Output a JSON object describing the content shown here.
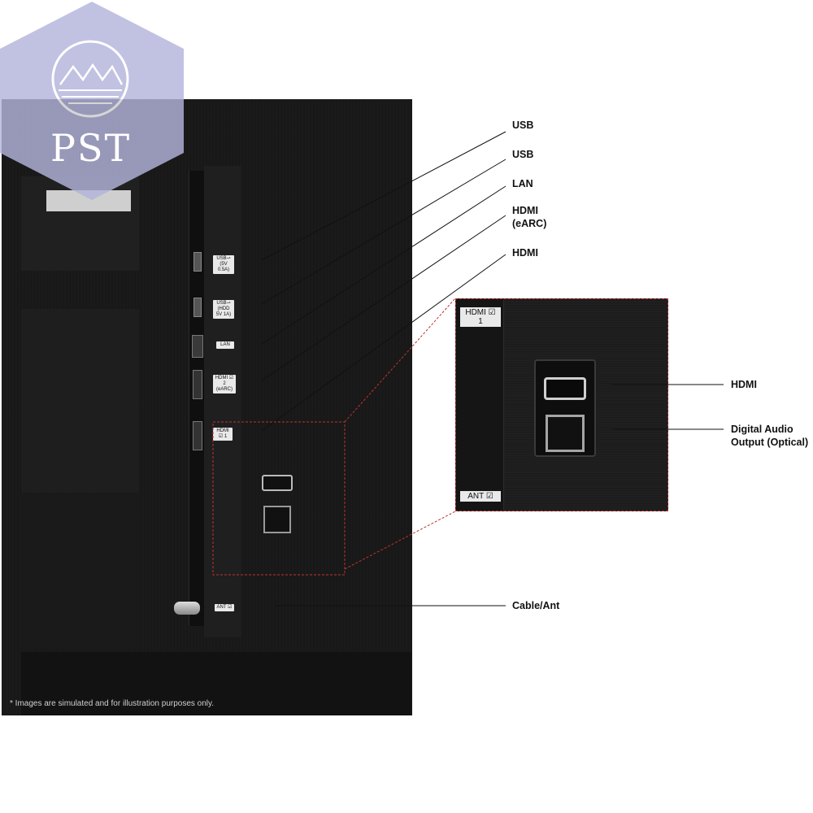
{
  "watermark": {
    "logo_text": "PST"
  },
  "footnote": "* Images are simulated and for illustration purposes only.",
  "port_labels": {
    "usb1": "USB⇀ (5V 0.5A)",
    "usb2": "USB⇀ (HDD 5V 1A)",
    "lan": "LAN",
    "hdmi2": "HDMI ☑ 2 (eARC)",
    "hdmi1": "HDMI ☑ 1",
    "ant": "ANT ☑"
  },
  "callouts": {
    "usb_a": "USB",
    "usb_b": "USB",
    "lan": "LAN",
    "hdmi_earc_line1": "HDMI",
    "hdmi_earc_line2": "(eARC)",
    "hdmi": "HDMI",
    "cable_ant": "Cable/Ant",
    "zoom_hdmi": "HDMI",
    "digital_audio_line1": "Digital Audio",
    "digital_audio_line2": "Output (Optical)"
  },
  "zoom_labels": {
    "hdmi1_line1": "HDMI ☑",
    "hdmi1_line2": "1",
    "ant": "ANT ☑"
  }
}
